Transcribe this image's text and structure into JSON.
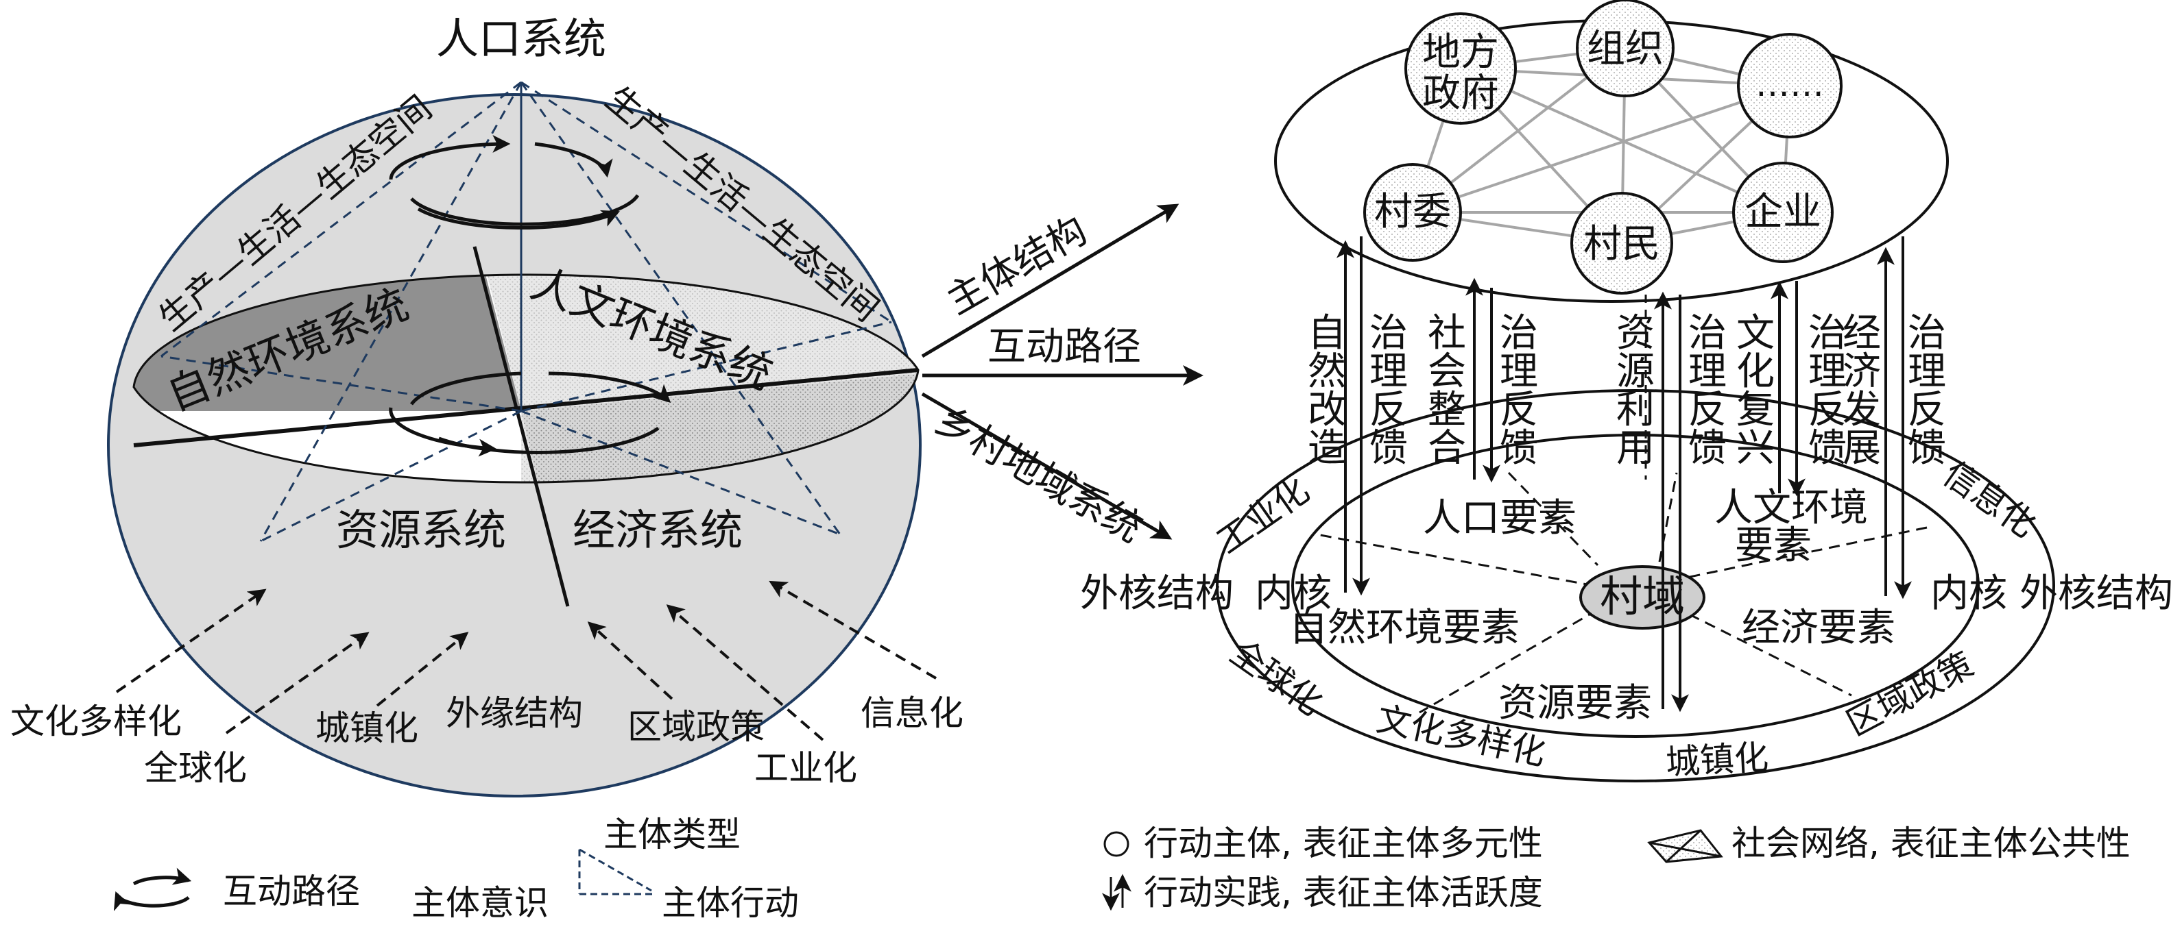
{
  "left": {
    "top_label": "人口系统",
    "space_left": "生产—生活—生态空间",
    "space_right": "生产—生活—生态空间",
    "quadrants": {
      "natural": "自然环境系统",
      "humanities": "人文环境系统",
      "resource": "资源系统",
      "economy": "经济系统"
    },
    "forces": [
      "文化多样化",
      "全球化",
      "城镇化",
      "外缘结构",
      "区域政策",
      "工业化",
      "信息化"
    ]
  },
  "arrows": {
    "actor_structure": "主体结构",
    "interaction_path": "互动路径",
    "rural_system": "乡村地域系统"
  },
  "right": {
    "actors": {
      "local_gov_line1": "地方",
      "local_gov_line2": "政府",
      "organization": "组织",
      "ellipsis": "……",
      "village_committee": "村委",
      "villagers": "村民",
      "enterprise": "企业"
    },
    "practice_labels": [
      "自然改造",
      "治理反馈",
      "社会整合",
      "治理反馈",
      "资源利用",
      "治理反馈",
      "文化复兴",
      "治理反馈",
      "经济发展",
      "治理反馈"
    ],
    "core_ring": [
      "工业化",
      "信息化",
      "全球化",
      "文化多样化",
      "城镇化",
      "区域政策"
    ],
    "outer_core_left": "外核结构",
    "inner_core_left": "内核",
    "inner_core_right": "内核",
    "outer_core_right": "外核结构",
    "center": "村域",
    "elements": {
      "population": "人口要素",
      "humanities_line1": "人文环境",
      "humanities_line2": "要素",
      "natural": "自然环境要素",
      "economy": "经济要素",
      "resource": "资源要素"
    }
  },
  "legend": {
    "interaction": "互动路径",
    "actor_type": "主体类型",
    "actor_awareness": "主体意识",
    "actor_action": "主体行动",
    "circle": "行动主体, 表征主体多元性",
    "network": "社会网络, 表征主体公共性",
    "arrows": "行动实践, 表征主体活跃度"
  }
}
